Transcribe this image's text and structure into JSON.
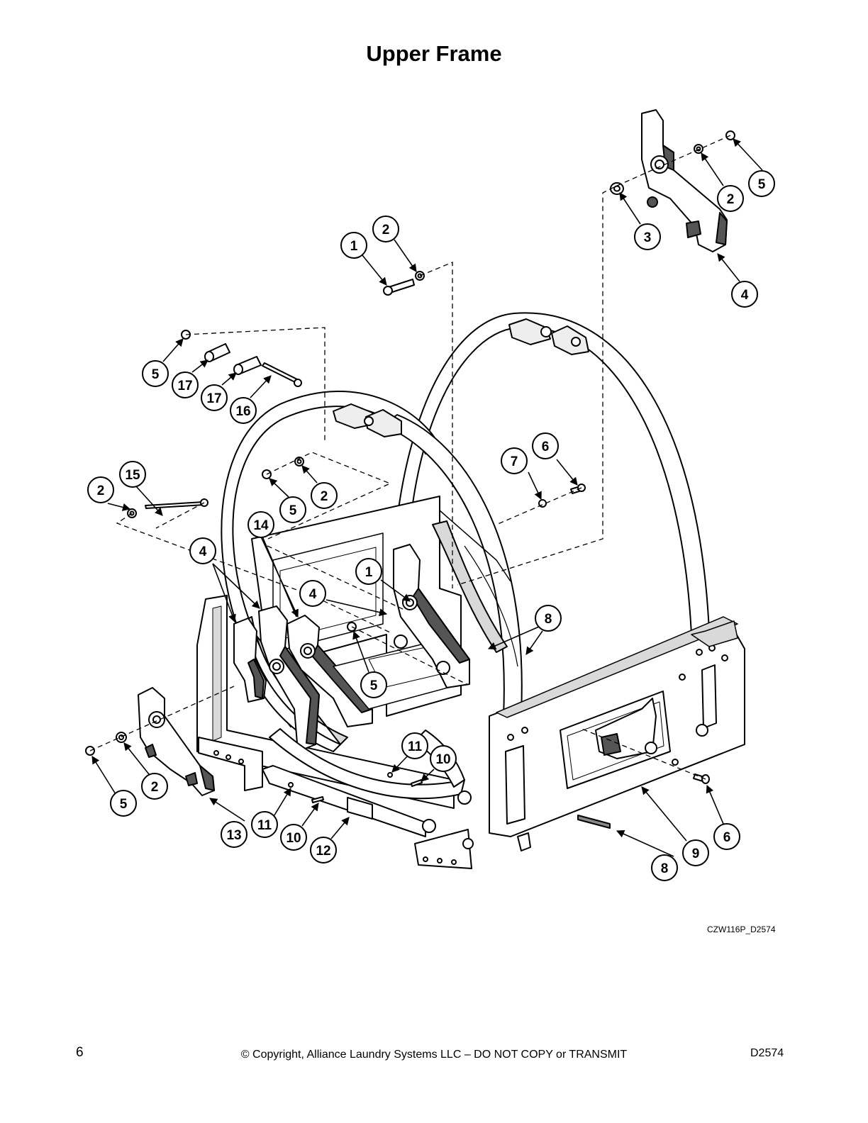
{
  "page": {
    "title": "Upper Frame",
    "drawing_id": "CZW116P_D2574",
    "page_number": "6",
    "copyright": "© Copyright, Alliance Laundry Systems LLC – DO NOT COPY or TRANSMIT",
    "doc_code": "D2574"
  },
  "callouts": [
    "1",
    "2",
    "3",
    "4",
    "5",
    "6",
    "7",
    "8",
    "9",
    "10",
    "11",
    "12",
    "13",
    "14",
    "15",
    "16",
    "17"
  ],
  "colors": {
    "ink": "#000000",
    "part_fill": "#ffffff",
    "part_shade": "#d9d9d9",
    "dark_shade": "#555555"
  }
}
